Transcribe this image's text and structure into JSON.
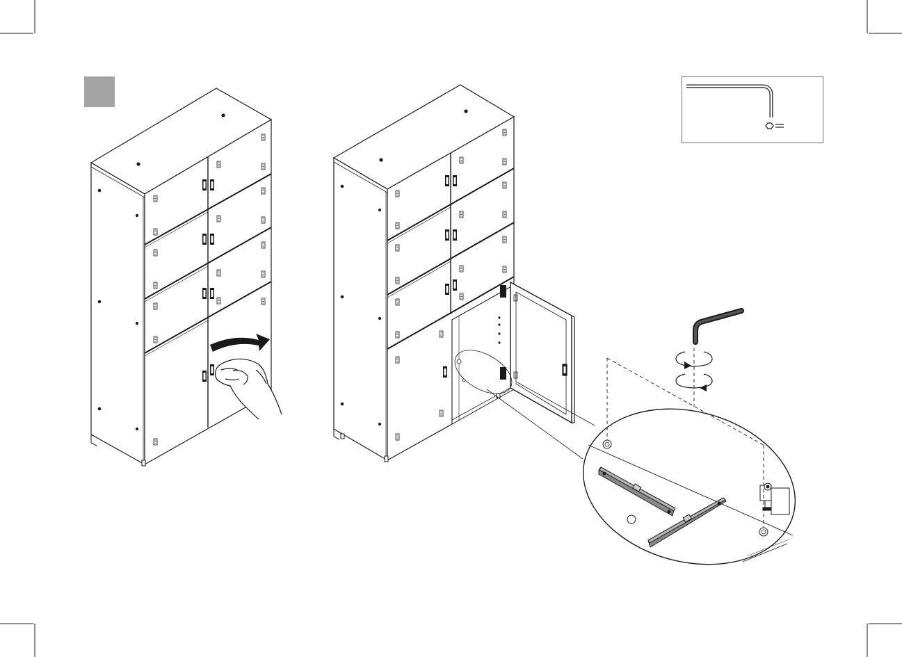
{
  "manual": {
    "step_badge_color": "#a3a3a3",
    "line_color": "#1a1a1a",
    "tool": {
      "icon": "hex-key-icon"
    },
    "parts": [
      "cabinet-closed-doors",
      "cabinet-open-door",
      "hex-key",
      "spirit-level"
    ],
    "actions": [
      "open-door",
      "rotate-clockwise",
      "rotate-counterclockwise",
      "level-check"
    ]
  }
}
